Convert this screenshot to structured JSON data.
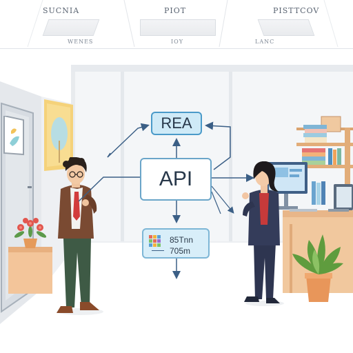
{
  "ceiling": {
    "signs": [
      {
        "main": "SUCNIA",
        "sub": "WENES"
      },
      {
        "main": "PIOT",
        "sub": "IOY"
      },
      {
        "main": "PISTTCOV",
        "sub": "LANC"
      }
    ]
  },
  "diagram": {
    "top_box_label": "REA",
    "center_box_label": "API",
    "data_box": {
      "line1": "85Tnn",
      "line2": "705m"
    }
  },
  "colors": {
    "accent_blue": "#4a9ac9",
    "box_fill": "#cfeaf7",
    "arrow": "#3b5f86",
    "man_jacket": "#7a4a32",
    "woman_suit": "#2e3550",
    "desk_wood": "#e6b585"
  }
}
